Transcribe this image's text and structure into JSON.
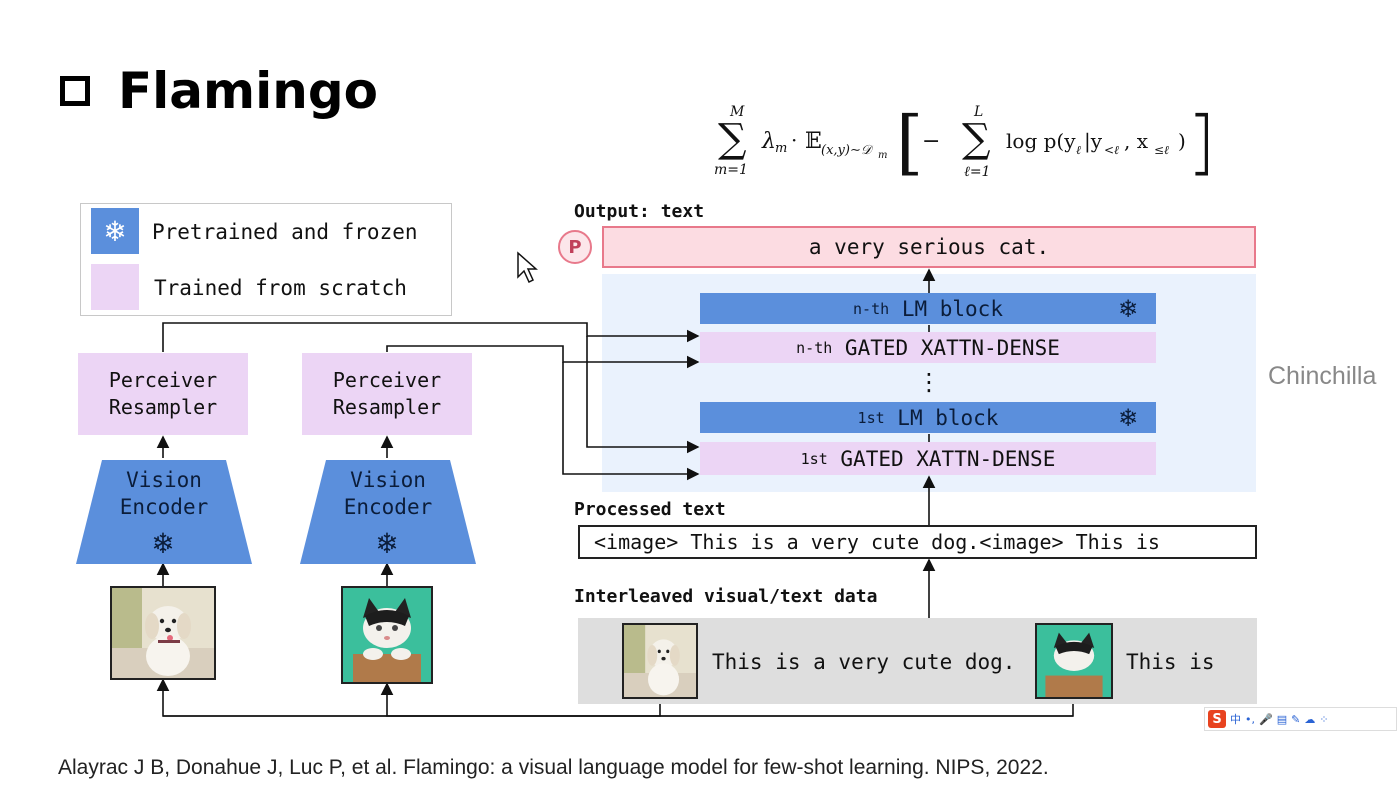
{
  "slide": {
    "title": "Flamingo",
    "citation": "Alayrac J B, Donahue J, Luc P, et al. Flamingo: a visual language model for few-shot learning. NIPS, 2022."
  },
  "formula": {
    "sum_upper": "M",
    "sum_lower": "m=1",
    "lambda": "λ",
    "lambda_sub": "m",
    "expect": "𝔼",
    "expect_sub": "(x,y)∼𝒟",
    "expect_sub_m": "m",
    "minus": "−",
    "inner_sum_upper": "L",
    "inner_sum_lower": "ℓ=1",
    "log_term": "log p(y",
    "log_sub": "ℓ",
    "cond": "|y",
    "cond_sub": "<ℓ",
    "sep": ", x",
    "x_sub": "≤ℓ",
    "close": ")"
  },
  "legend": {
    "frozen_label": "Pretrained and frozen",
    "scratch_label": "Trained from scratch",
    "frozen_icon": "snowflake-icon"
  },
  "left_column": {
    "perceiver_line1": "Perceiver",
    "perceiver_line2": "Resampler",
    "encoder_line1": "Vision",
    "encoder_line2": "Encoder",
    "snow": "❄"
  },
  "right_column": {
    "perceiver_line1": "Perceiver",
    "perceiver_line2": "Resampler",
    "encoder_line1": "Vision",
    "encoder_line2": "Encoder",
    "snow": "❄"
  },
  "lm": {
    "output_label": "Output: text",
    "output_text": "a very serious cat.",
    "logo_glyph": "P",
    "nth_lm_prefix": "n-th",
    "nth_lm_label": "LM block",
    "nth_xattn_prefix": "n-th",
    "nth_xattn_label": "GATED XATTN-DENSE",
    "first_lm_prefix": "1st",
    "first_lm_label": "LM block",
    "first_xattn_prefix": "1st",
    "first_xattn_label": "GATED XATTN-DENSE",
    "ellipsis": "⋮",
    "snow": "❄",
    "chinchilla": "Chinchilla"
  },
  "processed": {
    "label": "Processed text",
    "text": "<image> This is a very cute dog.<image> This is"
  },
  "interleaved": {
    "label": "Interleaved visual/text data",
    "text1": "This is a very cute dog.",
    "text2": "This is"
  },
  "ime": {
    "logo": "S",
    "items": [
      "中",
      "•,",
      "🎤",
      "▤",
      "✎",
      "☁",
      "⁘"
    ]
  },
  "colors": {
    "frozen_blue": "#5b8fdc",
    "scratch_purple": "#ecd5f5",
    "output_pink": "#fcdce2",
    "chinchilla_bg": "#eaf2fd"
  }
}
